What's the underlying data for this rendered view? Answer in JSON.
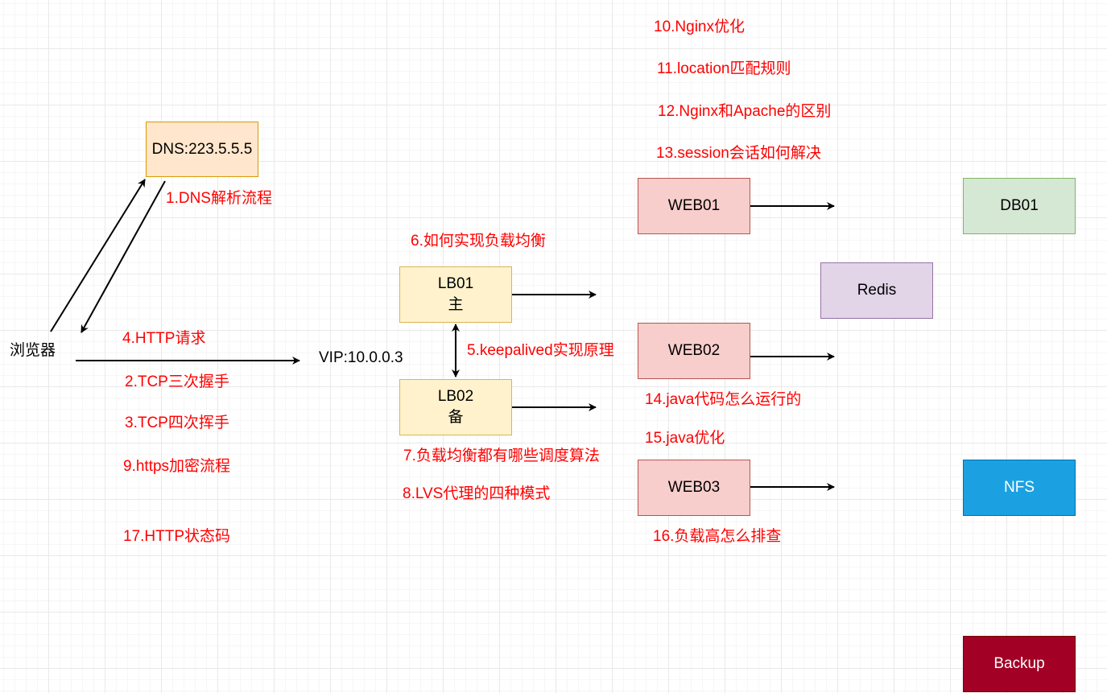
{
  "colors": {
    "dns": {
      "fill": "#ffe6cc",
      "stroke": "#d79b00"
    },
    "lb": {
      "fill": "#fff2cc",
      "stroke": "#d6b656"
    },
    "web": {
      "fill": "#f8cecc",
      "stroke": "#b85450"
    },
    "db": {
      "fill": "#d5e8d4",
      "stroke": "#82b366"
    },
    "redis": {
      "fill": "#e1d5e7",
      "stroke": "#9673a6"
    },
    "nfs": {
      "fill": "#1ba1e2",
      "stroke": "#006eaf",
      "text": "#ffffff"
    },
    "backup": {
      "fill": "#a20025",
      "stroke": "#6f0000",
      "text": "#ffffff"
    },
    "annotation": "#ff0000",
    "arrow": "#000000"
  },
  "nodes": {
    "browser": "浏览器",
    "vip": "VIP:10.0.0.3",
    "dns": "DNS:223.5.5.5",
    "lb01": {
      "name": "LB01",
      "role": "主"
    },
    "lb02": {
      "name": "LB02",
      "role": "备"
    },
    "web01": "WEB01",
    "web02": "WEB02",
    "web03": "WEB03",
    "db01": "DB01",
    "redis": "Redis",
    "nfs": "NFS",
    "backup": "Backup"
  },
  "annotations": {
    "dns_flow": "1.DNS解析流程",
    "tcp_handshake": "2.TCP三次握手",
    "tcp_wave": "3.TCP四次挥手",
    "http_request": "4.HTTP请求",
    "keepalived": "5.keepalived实现原理",
    "load_balance": "6.如何实现负载均衡",
    "lb_algorithms": "7.负载均衡都有哪些调度算法",
    "lvs_modes": "8.LVS代理的四种模式",
    "https_encrypt": "9.https加密流程",
    "nginx_opt": "10.Nginx优化",
    "location_rules": "11.location匹配规则",
    "nginx_vs_apache": "12.Nginx和Apache的区别",
    "session": "13.session会话如何解决",
    "java_run": "14.java代码怎么运行的",
    "java_opt": "15.java优化",
    "high_load": "16.负载高怎么排查",
    "http_status": "17.HTTP状态码"
  }
}
